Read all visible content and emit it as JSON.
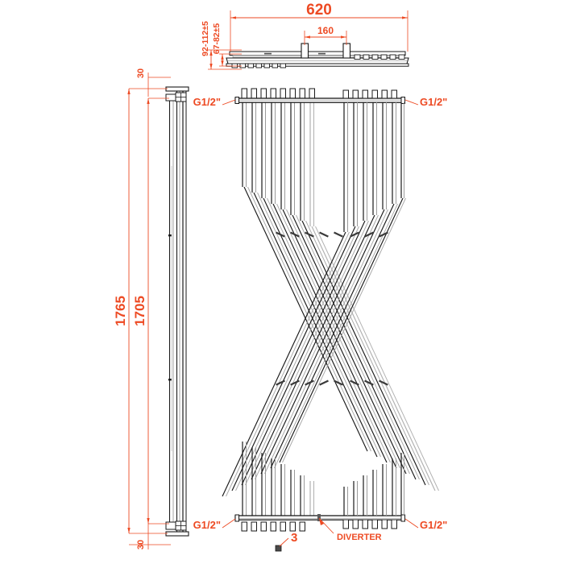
{
  "drawing": {
    "title": "Radiator Technical Drawing",
    "colors": {
      "dimension": "#ED4A23",
      "outline": "#1a1a1a",
      "mid_line": "#8c8c8c",
      "light_line": "#b8b8b8",
      "background": "#ffffff"
    },
    "dimensions": {
      "overall_width": "620",
      "bracket_spacing": "160",
      "overall_height": "1765",
      "body_height": "1705",
      "top_offset": "30",
      "bottom_offset": "30",
      "depth_range_outer": "92-112±5",
      "depth_range_inner": "67-82±5"
    },
    "annotations": {
      "connection_top_left": "G1/2\"",
      "connection_top_right": "G1/2\"",
      "connection_bottom_left": "G1/2\"",
      "connection_bottom_right": "G1/2\"",
      "diverter": "DIVERTER",
      "item_number": "3"
    },
    "geometry": {
      "bar_count_top_left": 8,
      "bar_count_top_right": 7,
      "bar_count_bottom_left": 8,
      "bar_count_bottom_right": 7,
      "diagonal_bars_per_side": 8,
      "view_front_label": "front-view",
      "view_side_label": "side-view",
      "view_top_label": "top-profile-view"
    }
  }
}
